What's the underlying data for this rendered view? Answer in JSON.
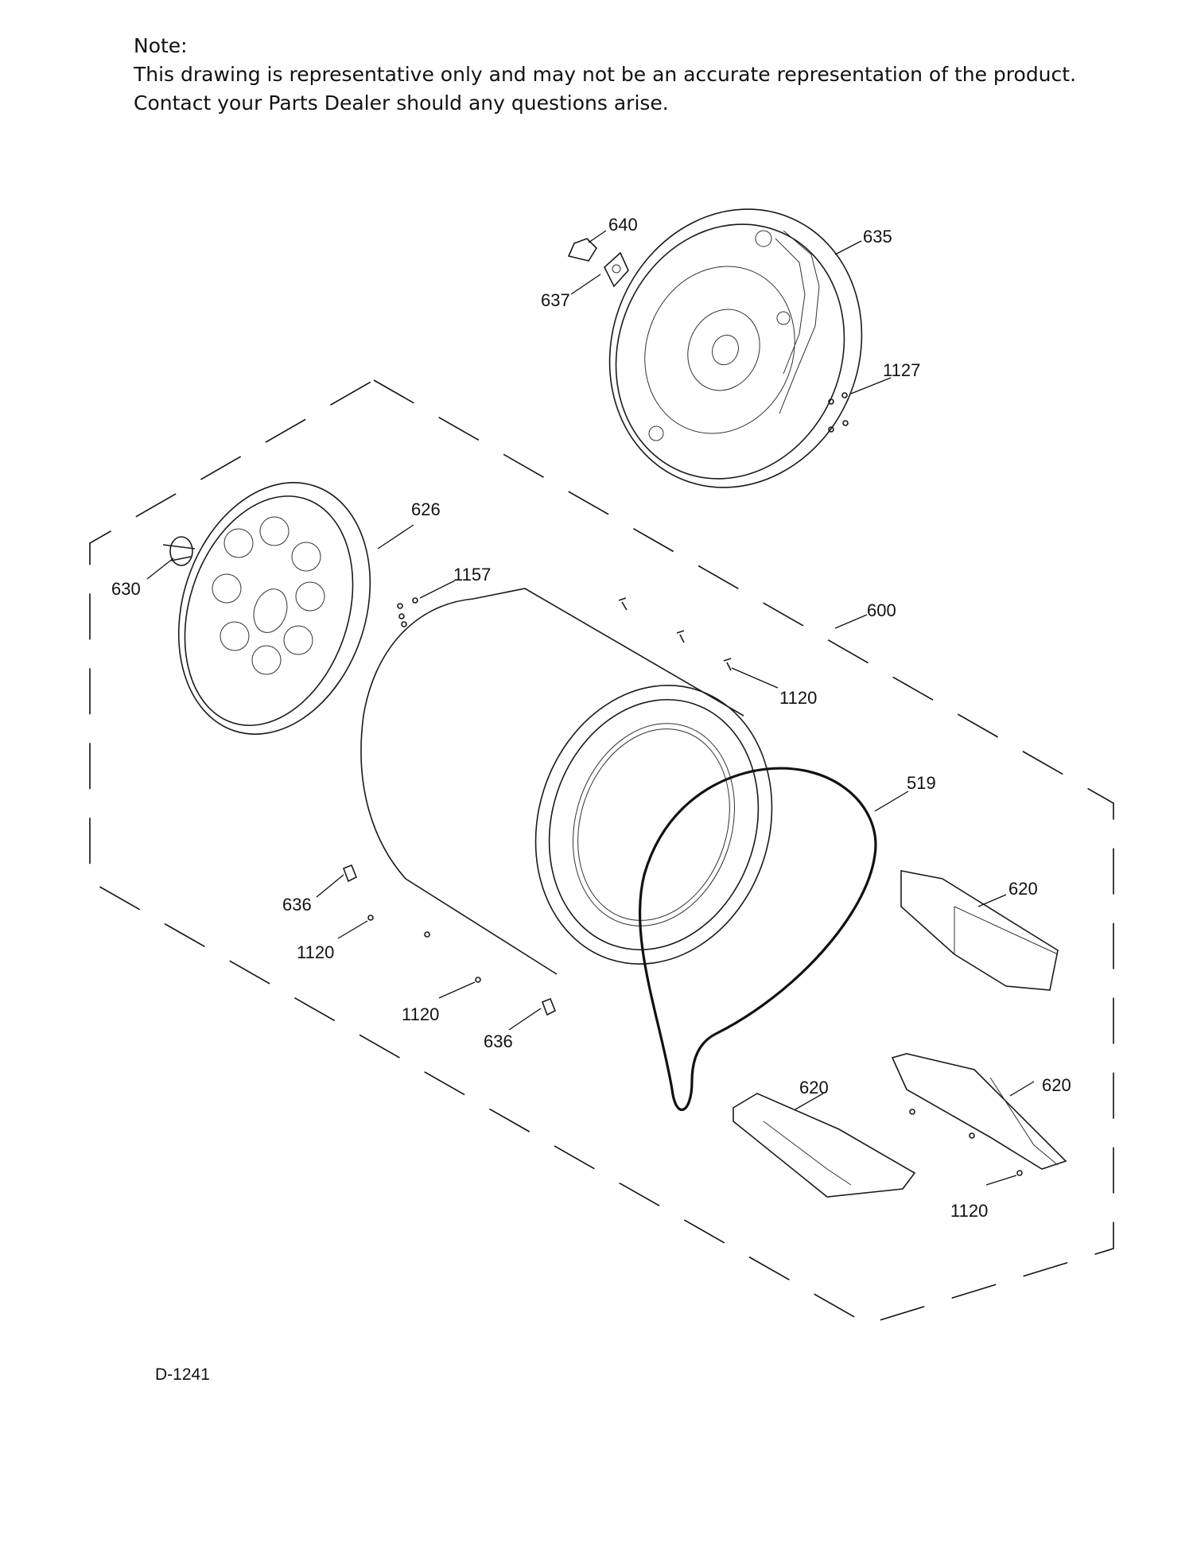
{
  "note": {
    "heading": "Note:",
    "line1": "This drawing is representative only and may not be an accurate representation of the product.",
    "line2": "Contact your Parts Dealer should any questions arise."
  },
  "callouts": {
    "c640": "640",
    "c635": "635",
    "c637": "637",
    "c1127": "1127",
    "c626": "626",
    "c630": "630",
    "c1157": "1157",
    "c600": "600",
    "c1120_top": "1120",
    "c519": "519",
    "c620_right": "620",
    "c636_left": "636",
    "c1120_left": "1120",
    "c1120_mid": "1120",
    "c636_bottom": "636",
    "c620_mid": "620",
    "c620_lower": "620",
    "c1120_bottom": "1120"
  },
  "diagram_code": "D-1241"
}
